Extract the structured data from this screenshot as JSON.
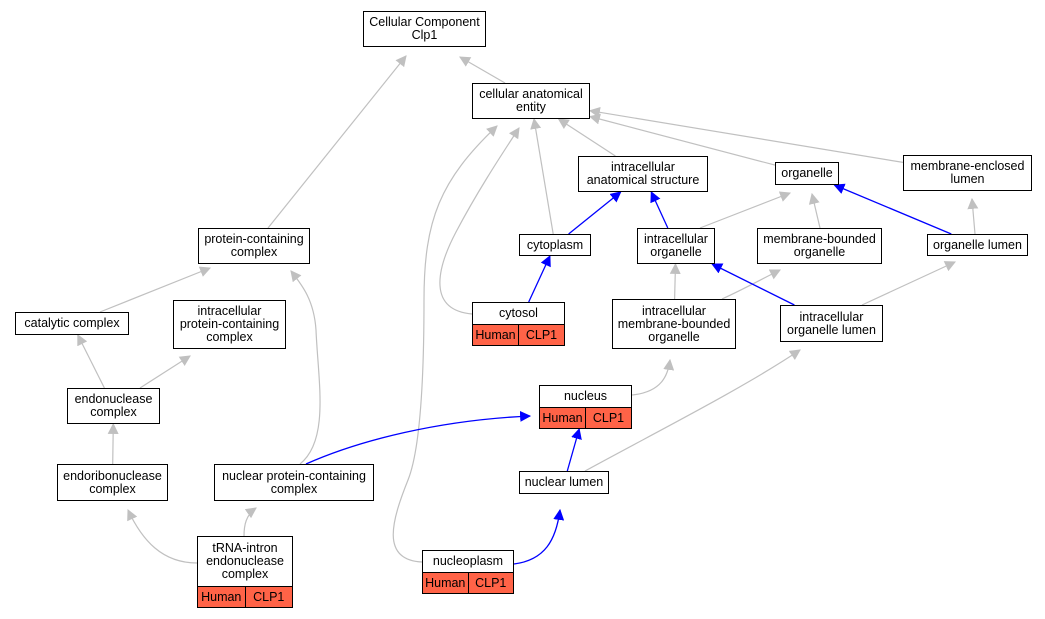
{
  "colors": {
    "gray_edge": "#c0c0c0",
    "blue_edge": "#0000ff",
    "annotation_fill": "#ff6347"
  },
  "nodes": [
    {
      "id": "root",
      "label": "Cellular Component\nClp1"
    },
    {
      "id": "cae",
      "label": "cellular anatomical\nentity"
    },
    {
      "id": "ias",
      "label": "intracellular\nanatomical structure"
    },
    {
      "id": "organelle",
      "label": "organelle"
    },
    {
      "id": "mel",
      "label": "membrane-enclosed\nlumen"
    },
    {
      "id": "pcc",
      "label": "protein-containing\ncomplex"
    },
    {
      "id": "cytoplasm",
      "label": "cytoplasm"
    },
    {
      "id": "io",
      "label": "intracellular\norganelle"
    },
    {
      "id": "mbo",
      "label": "membrane-bounded\norganelle"
    },
    {
      "id": "ol",
      "label": "organelle lumen"
    },
    {
      "id": "cc",
      "label": "catalytic complex"
    },
    {
      "id": "ipcc",
      "label": "intracellular\nprotein-containing\ncomplex"
    },
    {
      "id": "cytosol",
      "label": "cytosol",
      "tags": [
        "Human",
        "CLP1"
      ]
    },
    {
      "id": "imbo",
      "label": "intracellular\nmembrane-bounded\norganelle"
    },
    {
      "id": "iol",
      "label": "intracellular\norganelle lumen"
    },
    {
      "id": "enc",
      "label": "endonuclease\ncomplex"
    },
    {
      "id": "nucleus",
      "label": "nucleus",
      "tags": [
        "Human",
        "CLP1"
      ]
    },
    {
      "id": "erc",
      "label": "endoribonuclease\ncomplex"
    },
    {
      "id": "npcc",
      "label": "nuclear protein-containing\ncomplex"
    },
    {
      "id": "nl",
      "label": "nuclear lumen"
    },
    {
      "id": "tie",
      "label": "tRNA-intron\nendonuclease\ncomplex",
      "tags": [
        "Human",
        "CLP1"
      ]
    },
    {
      "id": "np",
      "label": "nucleoplasm",
      "tags": [
        "Human",
        "CLP1"
      ]
    }
  ],
  "edges": [
    {
      "from": "pcc",
      "to": "root",
      "kind": "gray"
    },
    {
      "from": "cae",
      "to": "root",
      "kind": "gray"
    },
    {
      "from": "ias",
      "to": "cae",
      "kind": "gray"
    },
    {
      "from": "organelle",
      "to": "cae",
      "kind": "gray"
    },
    {
      "from": "mel",
      "to": "cae",
      "kind": "gray"
    },
    {
      "from": "cytoplasm",
      "to": "cae",
      "kind": "gray"
    },
    {
      "from": "cytosol",
      "to": "cae",
      "kind": "gray"
    },
    {
      "from": "np",
      "to": "cae",
      "kind": "gray"
    },
    {
      "from": "cytoplasm",
      "to": "ias",
      "kind": "blue"
    },
    {
      "from": "io",
      "to": "ias",
      "kind": "blue"
    },
    {
      "from": "io",
      "to": "organelle",
      "kind": "gray"
    },
    {
      "from": "mbo",
      "to": "organelle",
      "kind": "gray"
    },
    {
      "from": "ol",
      "to": "organelle",
      "kind": "blue"
    },
    {
      "from": "ol",
      "to": "mel",
      "kind": "gray"
    },
    {
      "from": "cytosol",
      "to": "cytoplasm",
      "kind": "blue"
    },
    {
      "from": "cc",
      "to": "pcc",
      "kind": "gray"
    },
    {
      "from": "npcc",
      "to": "pcc",
      "kind": "gray"
    },
    {
      "from": "imbo",
      "to": "io",
      "kind": "gray"
    },
    {
      "from": "imbo",
      "to": "mbo",
      "kind": "gray"
    },
    {
      "from": "iol",
      "to": "io",
      "kind": "blue"
    },
    {
      "from": "iol",
      "to": "ol",
      "kind": "gray"
    },
    {
      "from": "enc",
      "to": "cc",
      "kind": "gray"
    },
    {
      "from": "enc",
      "to": "ipcc",
      "kind": "gray"
    },
    {
      "from": "nucleus",
      "to": "imbo",
      "kind": "gray"
    },
    {
      "from": "erc",
      "to": "enc",
      "kind": "gray"
    },
    {
      "from": "npcc",
      "to": "nucleus",
      "kind": "blue"
    },
    {
      "from": "nl",
      "to": "nucleus",
      "kind": "blue"
    },
    {
      "from": "nl",
      "to": "iol",
      "kind": "gray"
    },
    {
      "from": "tie",
      "to": "erc",
      "kind": "gray"
    },
    {
      "from": "tie",
      "to": "npcc",
      "kind": "gray"
    },
    {
      "from": "np",
      "to": "nl",
      "kind": "blue"
    }
  ]
}
